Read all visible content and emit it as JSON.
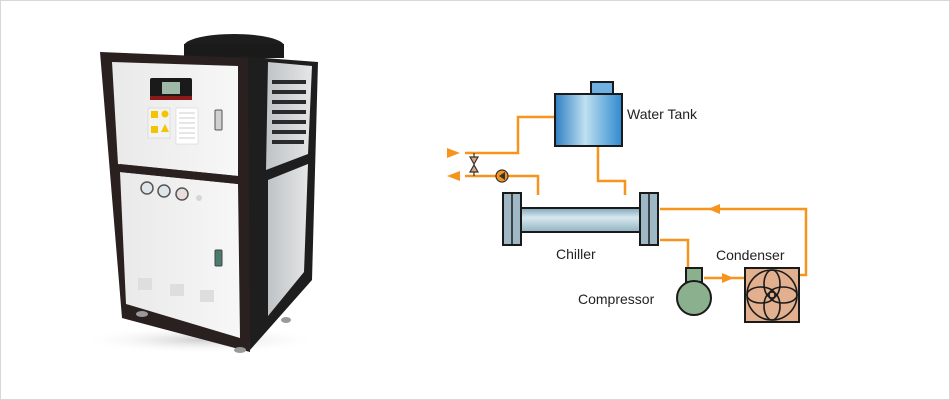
{
  "diagram": {
    "title": "Chiller refrigeration loop",
    "labels": {
      "water_tank": "Water Tank",
      "chiller": "Chiller",
      "condenser": "Condenser",
      "compressor": "Compressor"
    },
    "colors": {
      "pipe": "#f7941d",
      "tank": "#3b8fd4",
      "chiller": "#9fc0cf",
      "compressor": "#8bb08e",
      "condenser": "#e2b08e",
      "outline": "#222222"
    }
  },
  "product": {
    "name": "Air-cooled industrial chiller unit",
    "gauges": 3
  }
}
